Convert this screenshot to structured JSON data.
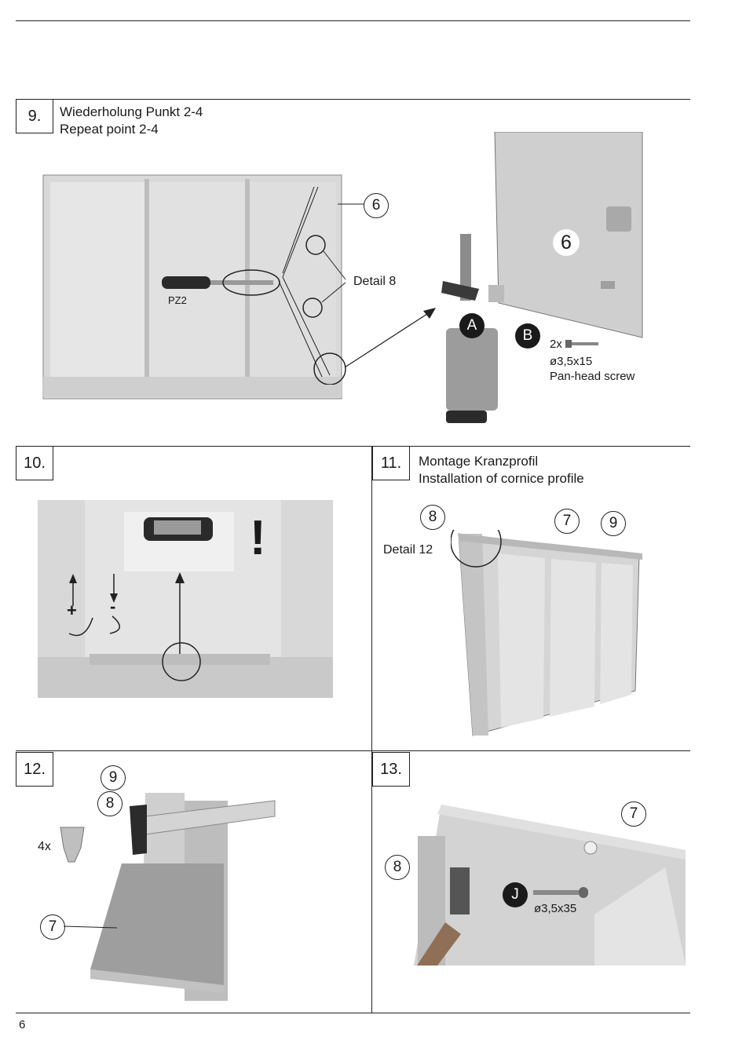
{
  "page_number": "6",
  "steps": [
    {
      "number": "9.",
      "title_de": "Wiederholung Punkt 2-4",
      "title_en": "Repeat point 2-4",
      "labels": {
        "tool": "PZ2",
        "detail": "Detail 8",
        "part": "6",
        "panel_part": "6",
        "marker_a": "A",
        "marker_b": "B",
        "screw_qty": "2x",
        "screw_size": "ø3,5x15",
        "screw_type": "Pan-head screw"
      }
    },
    {
      "number": "10.",
      "labels": {
        "plus": "+",
        "minus": "-",
        "warning": "!"
      }
    },
    {
      "number": "11.",
      "title_de": "Montage Kranzprofil",
      "title_en": "Installation of cornice profile",
      "labels": {
        "part_8": "8",
        "part_7": "7",
        "part_9": "9",
        "detail": "Detail 12"
      }
    },
    {
      "number": "12.",
      "labels": {
        "part_9": "9",
        "part_8": "8",
        "qty": "4x",
        "part_7": "7"
      }
    },
    {
      "number": "13.",
      "labels": {
        "part_7": "7",
        "part_8": "8",
        "marker_j": "J",
        "screw_size": "ø3,5x35"
      }
    }
  ]
}
